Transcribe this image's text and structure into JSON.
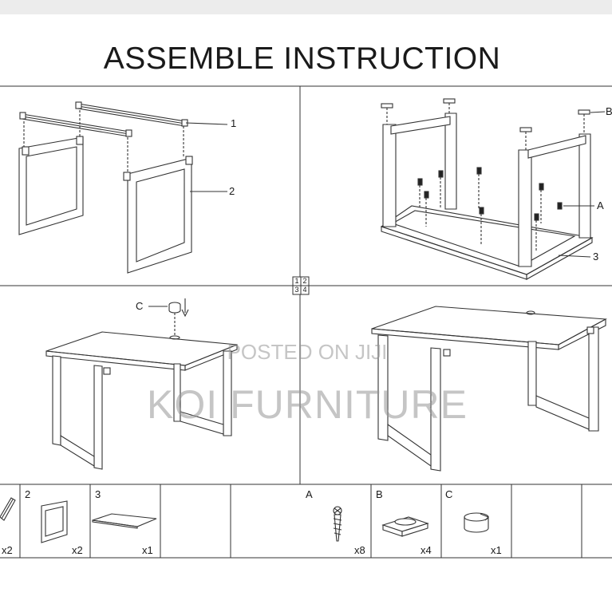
{
  "title": "ASSEMBLE INSTRUCTION",
  "steps": [
    "1",
    "2",
    "3",
    "4"
  ],
  "callouts": {
    "rail": "1",
    "frame": "2",
    "top": "3",
    "screw": "A",
    "foot": "B",
    "cap": "C"
  },
  "parts": [
    {
      "label": "",
      "qty": "x2"
    },
    {
      "label": "2",
      "qty": "x2"
    },
    {
      "label": "3",
      "qty": "x1"
    },
    {
      "label": "A",
      "qty": "x8"
    },
    {
      "label": "B",
      "qty": "x4"
    },
    {
      "label": "C",
      "qty": "x1"
    }
  ],
  "watermark": {
    "line1": "POSTED ON JIJI",
    "line2": "KOI FURNITURE"
  }
}
